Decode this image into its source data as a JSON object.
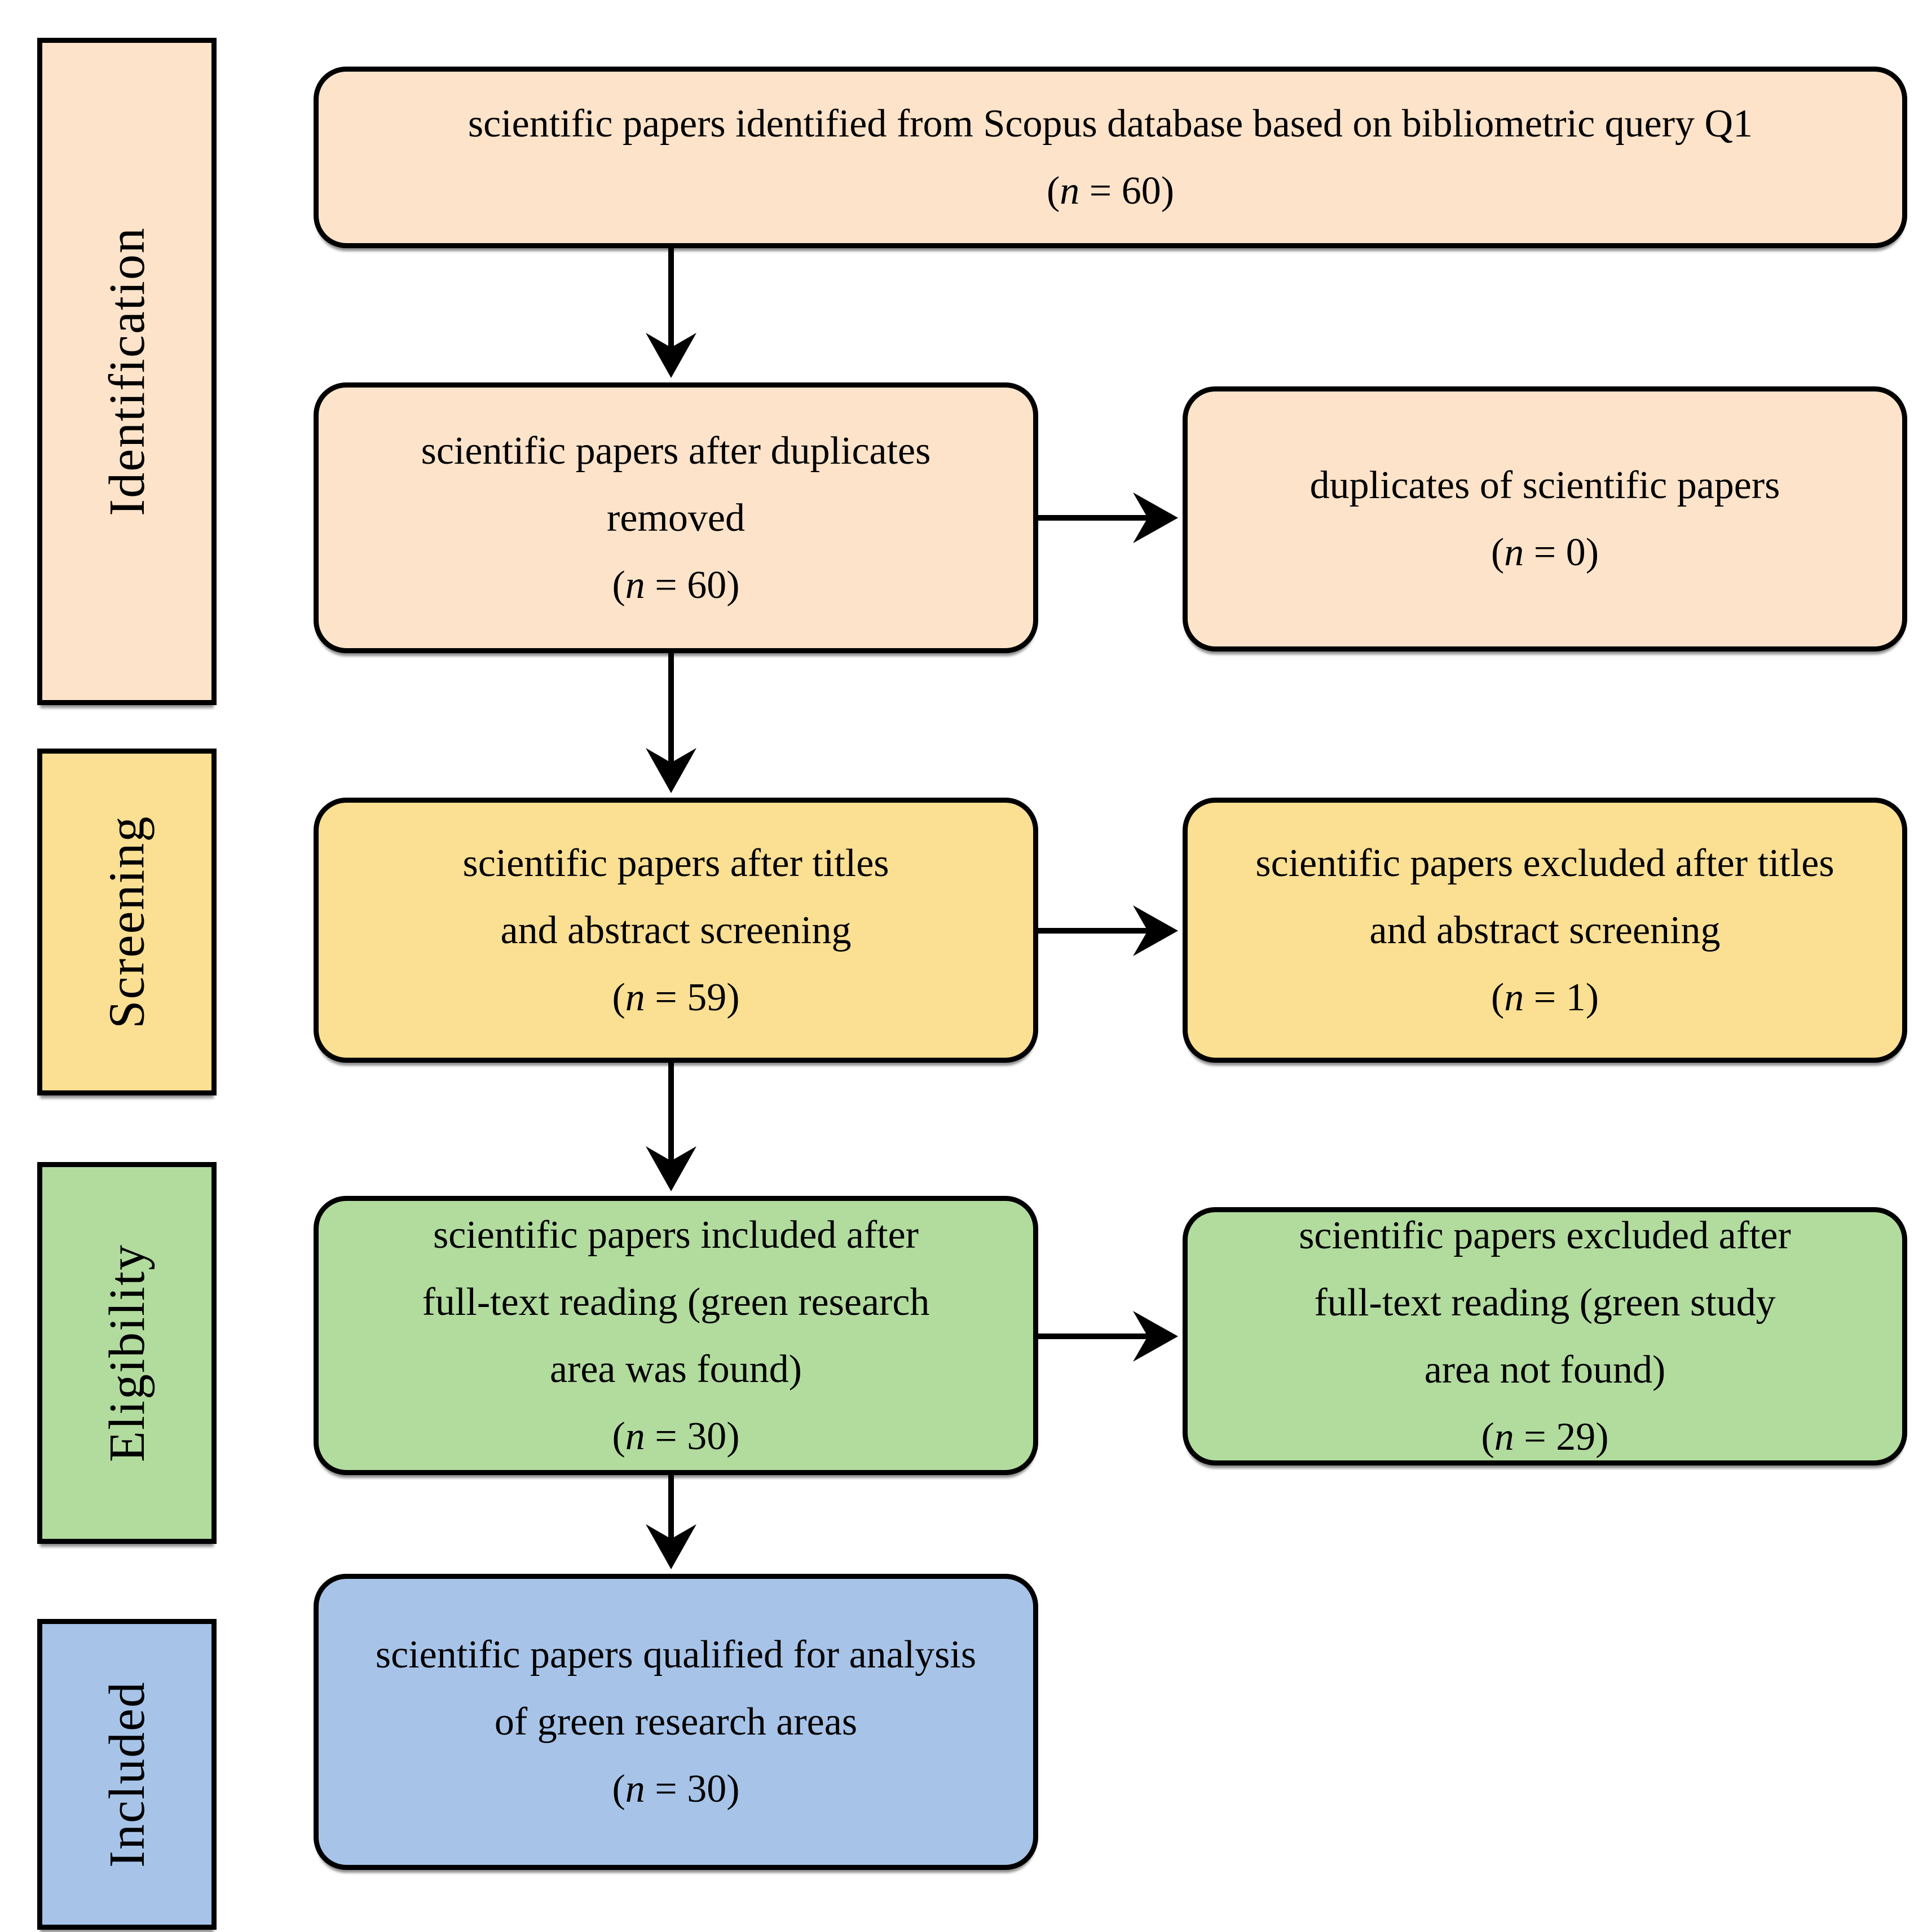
{
  "palette": {
    "identification": "#FCE3C9",
    "screening": "#FBDF92",
    "eligibility": "#B2DB9E",
    "included": "#A7C3E8",
    "border": "#000000",
    "arrow": "#000000",
    "background": "#FFFFFF"
  },
  "sidebar": {
    "identification": {
      "label": "Identification"
    },
    "screening": {
      "label": "Screening"
    },
    "eligibility": {
      "label": "Eligibility"
    },
    "included": {
      "label": "Included"
    }
  },
  "boxes": {
    "identified": {
      "lines": [
        "scientific papers identified from Scopus database based on bibliometric query Q1"
      ],
      "count": {
        "open": "(",
        "symbol": "n",
        "rest": " = 60)"
      }
    },
    "dedup": {
      "lines": [
        "scientific papers after duplicates",
        "removed"
      ],
      "count": {
        "open": "(",
        "symbol": "n",
        "rest": " = 60)"
      }
    },
    "duplicates": {
      "lines": [
        "duplicates of scientific papers"
      ],
      "count": {
        "open": "(",
        "symbol": "n",
        "rest": " = 0)"
      }
    },
    "screened": {
      "lines": [
        "scientific papers after titles",
        "and abstract screening"
      ],
      "count": {
        "open": "(",
        "symbol": "n",
        "rest": " = 59)"
      }
    },
    "screen_excluded": {
      "lines": [
        "scientific papers excluded after titles",
        "and abstract screening"
      ],
      "count": {
        "open": "(",
        "symbol": "n",
        "rest": " = 1)"
      }
    },
    "fulltext_included": {
      "lines": [
        "scientific papers included after",
        "full-text reading (green research",
        "area was found)"
      ],
      "count": {
        "open": "(",
        "symbol": "n",
        "rest": " = 30)"
      }
    },
    "fulltext_excluded": {
      "lines": [
        "scientific papers excluded after",
        "full-text reading (green study",
        "area not found)"
      ],
      "count": {
        "open": "(",
        "symbol": "n",
        "rest": " = 29)"
      }
    },
    "qualified": {
      "lines": [
        "scientific papers qualified for analysis",
        "of green research areas"
      ],
      "count": {
        "open": "(",
        "symbol": "n",
        "rest": " = 30)"
      }
    }
  }
}
